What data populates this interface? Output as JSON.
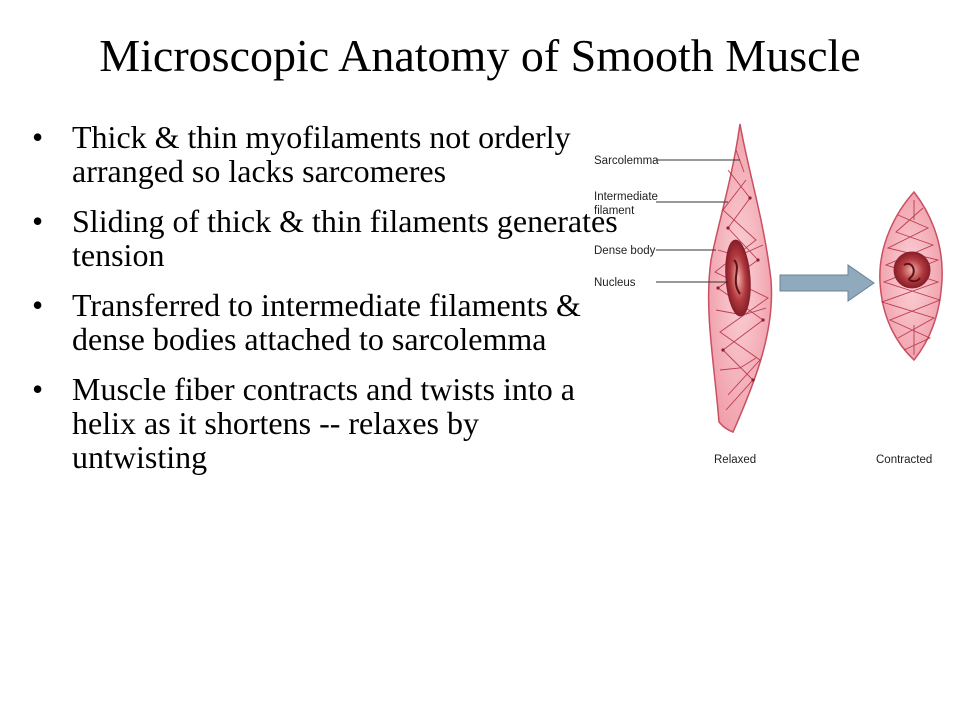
{
  "title": "Microscopic Anatomy of Smooth Muscle",
  "bullets": [
    {
      "mark": "•",
      "text": "Thick & thin myofilaments not orderly arranged so lacks sarcomeres"
    },
    {
      "mark": "•",
      "text": "Sliding of thick & thin filaments generates tension"
    },
    {
      "mark": "•",
      "text": "Transferred to intermediate filaments & dense bodies attached to sarcolemma"
    },
    {
      "mark": "•",
      "text": "Muscle fiber contracts and twists into a helix as it shortens -- relaxes by untwisting"
    }
  ],
  "figure": {
    "labels": {
      "sarcolemma": "Sarcolemma",
      "intermediate_1": "Intermediate",
      "intermediate_2": "filament",
      "dense_body": "Dense body",
      "nucleus": "Nucleus"
    },
    "captions": {
      "relaxed": "Relaxed",
      "contracted": "Contracted"
    },
    "colors": {
      "cell_fill": "#f4a7b1",
      "cell_outline": "#c94f61",
      "filament": "#b5273d",
      "nucleus": "#8e1f2c",
      "arrow": "#8fa9bd"
    }
  }
}
